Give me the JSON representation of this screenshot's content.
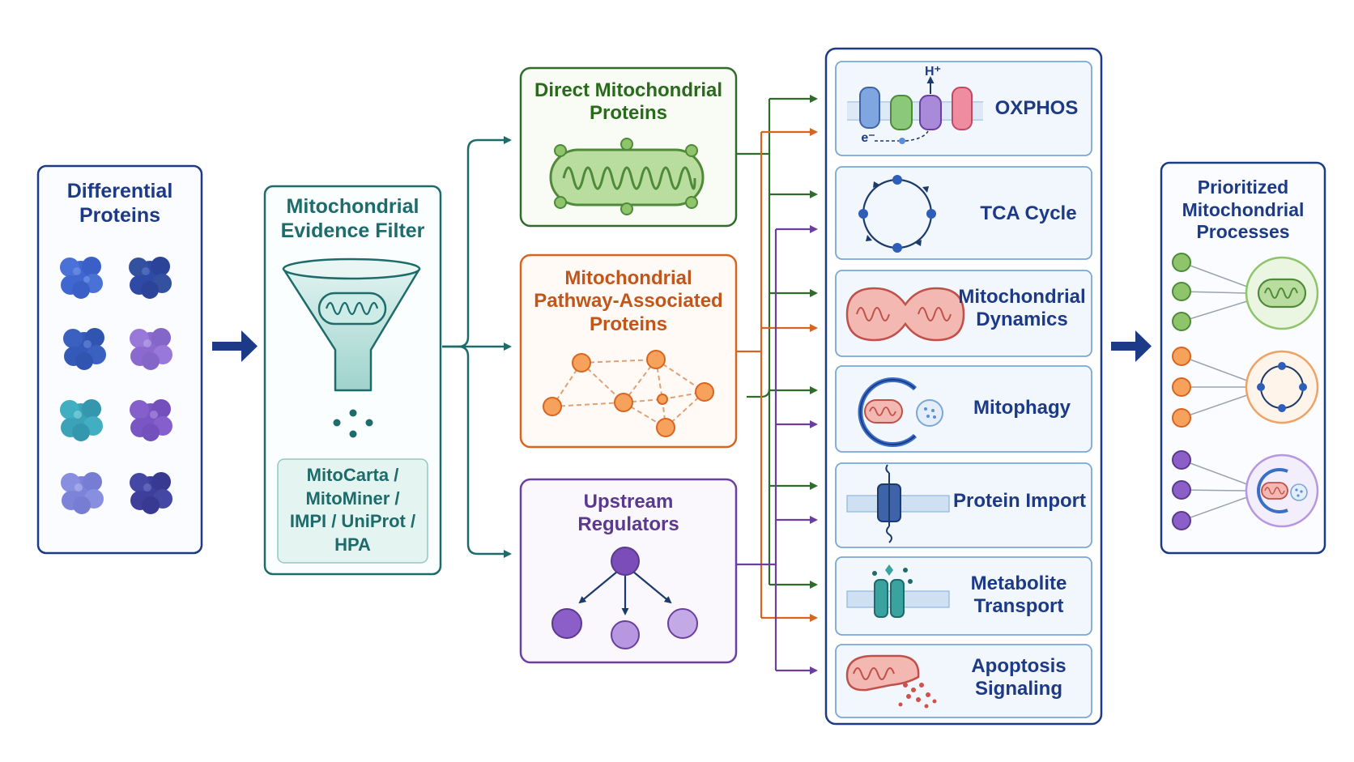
{
  "input": {
    "title_line1": "Differential",
    "title_line2": "Proteins"
  },
  "filter": {
    "title_line1": "Mitochondrial",
    "title_line2": "Evidence Filter",
    "databases_line1": "MitoCarta /",
    "databases_line2": "MitoMiner /",
    "databases_line3": "IMPI / UniProt /",
    "databases_line4": "HPA"
  },
  "categories": {
    "direct": {
      "line1": "Direct Mitochondrial",
      "line2": "Proteins"
    },
    "pathway": {
      "line1": "Mitochondrial",
      "line2": "Pathway-Associated",
      "line3": "Proteins"
    },
    "upstream": {
      "line1": "Upstream",
      "line2": "Regulators"
    }
  },
  "processes": {
    "oxphos": {
      "line1": "OXPHOS",
      "proton_label": "H⁺",
      "electron_label": "e⁻"
    },
    "tca": {
      "line1": "TCA Cycle"
    },
    "dynamics": {
      "line1": "Mitochondrial",
      "line2": "Dynamics"
    },
    "mitophagy": {
      "line1": "Mitophagy"
    },
    "import": {
      "line1": "Protein Import"
    },
    "metabolite": {
      "line1": "Metabolite",
      "line2": "Transport"
    },
    "apoptosis": {
      "line1": "Apoptosis",
      "line2": "Signaling"
    }
  },
  "output": {
    "title_line1": "Prioritized",
    "title_line2": "Mitochondrial",
    "title_line3": "Processes"
  },
  "colors": {
    "navy": "#1c3a86",
    "teal": "#1d6b6a",
    "green": "#2a6a1c",
    "orange": "#d8651f",
    "purple": "#5b3a8d"
  }
}
